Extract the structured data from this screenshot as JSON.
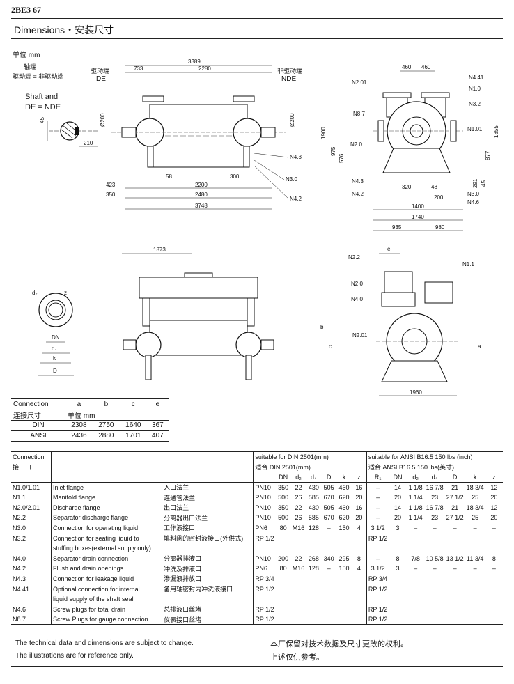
{
  "header": {
    "code": "2BE3 67",
    "title": "Dimensions・安装尺寸"
  },
  "top_labels": {
    "unit": "单位 mm",
    "shaft_end": "轴端",
    "drive_eq": "驱动端 = 非驱动端",
    "shaft_and": "Shaft and",
    "de_nde": "DE = NDE",
    "de_cn": "驱动端",
    "de_en": "DE",
    "nde_cn": "非驱动端",
    "nde_en": "NDE"
  },
  "dims_side": {
    "d3389": "3389",
    "d733": "733",
    "d2280": "2280",
    "d423": "423",
    "d2200": "2200",
    "d350": "350",
    "d2480": "2480",
    "d3748": "3748",
    "d58": "58",
    "d300": "300",
    "phi200a": "Ø200",
    "phi200b": "Ø200",
    "n43": "N4.3",
    "n30": "N3.0",
    "n42": "N4.2",
    "s45": "45",
    "s210": "210"
  },
  "dims_front": {
    "d460a": "460",
    "d460b": "460",
    "n201": "N2.01",
    "n441": "N4.41",
    "n10": "N1.0",
    "n32": "N3.2",
    "n87": "N8.7",
    "n101": "N1.01",
    "n20": "N2.0",
    "n43": "N4.3",
    "n42": "N4.2",
    "n30": "N3.0",
    "n46": "N4.6",
    "d1900": "1900",
    "d975": "975",
    "d576": "576",
    "d1855": "1855",
    "d877": "877",
    "d45": "45",
    "d291": "291",
    "d320": "320",
    "d48": "48",
    "d200": "200",
    "d1400": "1400",
    "d1740": "1740",
    "d935": "935",
    "d980": "980"
  },
  "dims_lower": {
    "d1873": "1873",
    "n22": "N2.2",
    "n11": "N1.1",
    "n20": "N2.0",
    "n40": "N4.0",
    "n201": "N2.01",
    "e": "e",
    "b": "b",
    "c": "c",
    "a": "a",
    "d1960": "1960",
    "flange_d2": "d₂",
    "flange_z": "z",
    "flange_dn": "DN",
    "flange_d4": "d₄",
    "flange_k": "k",
    "flange_D": "D"
  },
  "small_table": {
    "h1": "Connection",
    "h2": "连接尺寸",
    "unit": "单位 mm",
    "cols": [
      "a",
      "b",
      "c",
      "e"
    ],
    "rows": [
      {
        "name": "DIN",
        "values": [
          "2308",
          "2750",
          "1640",
          "367"
        ]
      },
      {
        "name": "ANSI",
        "values": [
          "2436",
          "2880",
          "1701",
          "407"
        ]
      }
    ]
  },
  "main_table": {
    "h_conn_en": "Connection",
    "h_conn_cn": "接　口",
    "din_title_en": "suitable for DIN 2501(mm)",
    "din_title_cn": "适合 DIN 2501(mm)",
    "ansi_title_en": "suitable for ANSI B16.5 150 lbs (inch)",
    "ansi_title_cn": "适合 ANSI B16.5 150 lbs(英寸)",
    "din_cols": [
      "DN",
      "d₂",
      "d₄",
      "D",
      "k",
      "z"
    ],
    "ansi_cols": [
      "R₁",
      "DN",
      "d₂",
      "d₄",
      "D",
      "k",
      "z"
    ],
    "rows": [
      {
        "id": "N1.0/1.01",
        "en": "Inlet flange",
        "cn": "入口法兰",
        "pn": "PN10",
        "din": [
          "350",
          "22",
          "430",
          "505",
          "460",
          "16"
        ],
        "ansi": [
          "–",
          "14",
          "1 1/8",
          "16 7/8",
          "21",
          "18 3/4",
          "12"
        ]
      },
      {
        "id": "N1.1",
        "en": "Manifold flange",
        "cn": "连通管法兰",
        "pn": "PN10",
        "din": [
          "500",
          "26",
          "585",
          "670",
          "620",
          "20"
        ],
        "ansi": [
          "–",
          "20",
          "1 1/4",
          "23",
          "27 1/2",
          "25",
          "20"
        ]
      },
      {
        "id": "N2.0/2.01",
        "en": "Discharge flange",
        "cn": "出口法兰",
        "pn": "PN10",
        "din": [
          "350",
          "22",
          "430",
          "505",
          "460",
          "16"
        ],
        "ansi": [
          "–",
          "14",
          "1 1/8",
          "16 7/8",
          "21",
          "18 3/4",
          "12"
        ]
      },
      {
        "id": "N2.2",
        "en": "Separator discharge flange",
        "cn": "分离器出口法兰",
        "pn": "PN10",
        "din": [
          "500",
          "26",
          "585",
          "670",
          "620",
          "20"
        ],
        "ansi": [
          "–",
          "20",
          "1 1/4",
          "23",
          "27 1/2",
          "25",
          "20"
        ]
      },
      {
        "id": "N3.0",
        "en": "Connection for operating liquid",
        "cn": "工作液接口",
        "pn": "PN6",
        "din": [
          "80",
          "M16",
          "128",
          "–",
          "150",
          "4"
        ],
        "ansi": [
          "3 1/2",
          "3",
          "–",
          "–",
          "–",
          "–",
          "–"
        ]
      },
      {
        "id": "N3.2",
        "en": "Connection for seating liquid to",
        "cn": "填料函的密封液接口(外供式)",
        "pn": "RP 1/2",
        "din": [
          "",
          "",
          "",
          "",
          "",
          ""
        ],
        "ansi": [
          "RP 1/2",
          "",
          "",
          "",
          "",
          "",
          ""
        ]
      },
      {
        "id": "",
        "en": "stuffing boxes(external supply only)",
        "cn": "",
        "pn": "",
        "din": [
          "",
          "",
          "",
          "",
          "",
          ""
        ],
        "ansi": [
          "",
          "",
          "",
          "",
          "",
          "",
          ""
        ]
      },
      {
        "id": "N4.0",
        "en": "Separator drain connection",
        "cn": "分离器排液口",
        "pn": "PN10",
        "din": [
          "200",
          "22",
          "268",
          "340",
          "295",
          "8"
        ],
        "ansi": [
          "–",
          "8",
          "7/8",
          "10 5/8",
          "13 1/2",
          "11 3/4",
          "8"
        ]
      },
      {
        "id": "N4.2",
        "en": "Flush and drain openings",
        "cn": "冲洗及排液口",
        "pn": "PN6",
        "din": [
          "80",
          "M16",
          "128",
          "–",
          "150",
          "4"
        ],
        "ansi": [
          "3 1/2",
          "3",
          "–",
          "–",
          "–",
          "–",
          "–"
        ]
      },
      {
        "id": "N4.3",
        "en": "Connection for leakage liquid",
        "cn": "渗漏液排放口",
        "pn": "RP 3/4",
        "din": [
          "",
          "",
          "",
          "",
          "",
          ""
        ],
        "ansi": [
          "RP 3/4",
          "",
          "",
          "",
          "",
          "",
          ""
        ]
      },
      {
        "id": "N4.41",
        "en": "Optional connection for internal",
        "cn": "备用轴密封内冲洗液接口",
        "pn": "RP 1/2",
        "din": [
          "",
          "",
          "",
          "",
          "",
          ""
        ],
        "ansi": [
          "RP 1/2",
          "",
          "",
          "",
          "",
          "",
          ""
        ]
      },
      {
        "id": "",
        "en": "liquid supply of the shaft seal",
        "cn": "",
        "pn": "",
        "din": [
          "",
          "",
          "",
          "",
          "",
          ""
        ],
        "ansi": [
          "",
          "",
          "",
          "",
          "",
          "",
          ""
        ]
      },
      {
        "id": "N4.6",
        "en": "Screw plugs for total drain",
        "cn": "总排液口丝堵",
        "pn": "RP 1/2",
        "din": [
          "",
          "",
          "",
          "",
          "",
          ""
        ],
        "ansi": [
          "RP 1/2",
          "",
          "",
          "",
          "",
          "",
          ""
        ]
      },
      {
        "id": "N8.7",
        "en": "Screw Plugs for gauge connection",
        "cn": "仪表接口丝堵",
        "pn": "RP 1/2",
        "din": [
          "",
          "",
          "",
          "",
          "",
          ""
        ],
        "ansi": [
          "RP 1/2",
          "",
          "",
          "",
          "",
          "",
          ""
        ]
      }
    ]
  },
  "footer": {
    "en1": "The technical data and dimensions are subject to change.",
    "en2": "The illustrations are for reference only.",
    "cn1": "本厂保留对技术数据及尺寸更改的权利。",
    "cn2": "上述仅供参考。"
  }
}
